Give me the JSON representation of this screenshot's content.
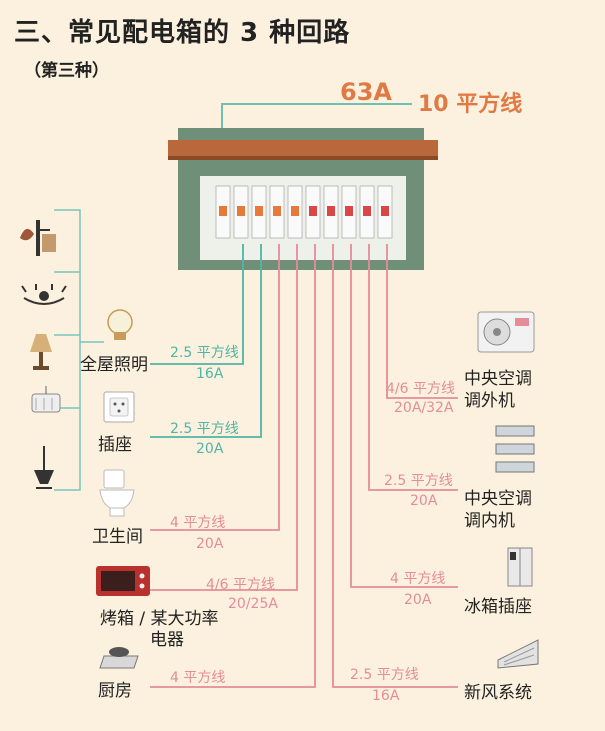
{
  "header": {
    "title": "三、常见配电箱的 3 种回路",
    "subtitle": "（第三种）"
  },
  "main_breaker": {
    "amp": "63A",
    "wire": "10 平方线"
  },
  "circuits": [
    {
      "label": "全屋照明",
      "wire": "2.5 平方线",
      "amp": "16A"
    },
    {
      "label": "插座",
      "wire": "2.5 平方线",
      "amp": "20A"
    },
    {
      "label": "卫生间",
      "wire": "4 平方线",
      "amp": "20A"
    },
    {
      "label_line1": "烤箱 / 某大功率",
      "label_line2": "电器",
      "wire": "4/6 平方线",
      "amp": "20/25A"
    },
    {
      "label": "厨房",
      "wire": "4 平方线"
    },
    {
      "label": "新风系统",
      "wire": "2.5 平方线",
      "amp": "16A"
    },
    {
      "label": "冰箱插座",
      "wire": "4 平方线",
      "amp": "20A"
    },
    {
      "label_line1": "中央空调",
      "label_line2": "调内机",
      "wire": "2.5 平方线",
      "amp": "20A"
    },
    {
      "label_line1": "中央空调",
      "label_line2": "调外机",
      "wire": "4/6 平方线",
      "amp": "20A/32A"
    }
  ],
  "colors": {
    "background": "#fbf1de",
    "accent_orange": "#e07a45",
    "lighting_green": "#4fb5a6",
    "circuit_pink": "#e48d97",
    "box_green": "#6f8f78",
    "wood": "#b8683a"
  },
  "icons": [
    "wall-lamp-icon",
    "chandelier-icon",
    "table-lamp-icon",
    "ceiling-lamp-icon",
    "pendant-lamp-icon",
    "light-bulb-icon",
    "socket-icon",
    "toilet-icon",
    "oven-icon",
    "stove-icon",
    "ac-outdoor-icon",
    "ac-indoor-icon",
    "fridge-icon",
    "fresh-air-icon"
  ]
}
